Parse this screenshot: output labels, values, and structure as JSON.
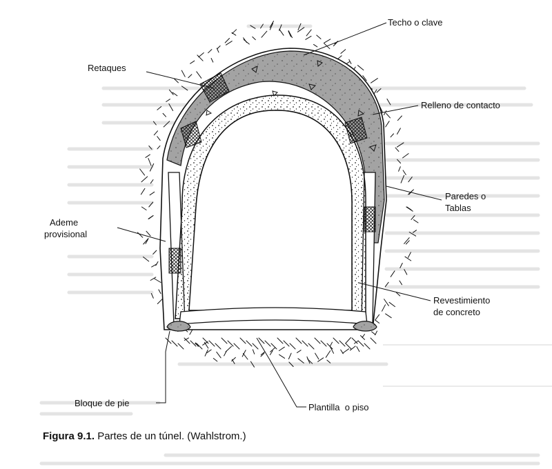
{
  "diagram": {
    "labels": {
      "techo": "Techo o clave",
      "retaques": "Retaques",
      "relleno": "Relleno de contacto",
      "paredes_1": "Paredes o",
      "paredes_2": "Tablas",
      "ademe_1": "Ademe",
      "ademe_2": "provisional",
      "revestimiento_1": "Revestimiento",
      "revestimiento_2": "de concreto",
      "bloque": "Bloque de pie",
      "plantilla": "Plantilla  o piso"
    }
  },
  "caption": {
    "number": "Figura 9.1.",
    "text": "Partes de un túnel. (Wahlstrom.)"
  },
  "colors": {
    "ink": "#111111",
    "rock_fill": "#9a9a9a",
    "background_text": "#c8c8c8",
    "concrete_fill": "#f4f4f4"
  }
}
